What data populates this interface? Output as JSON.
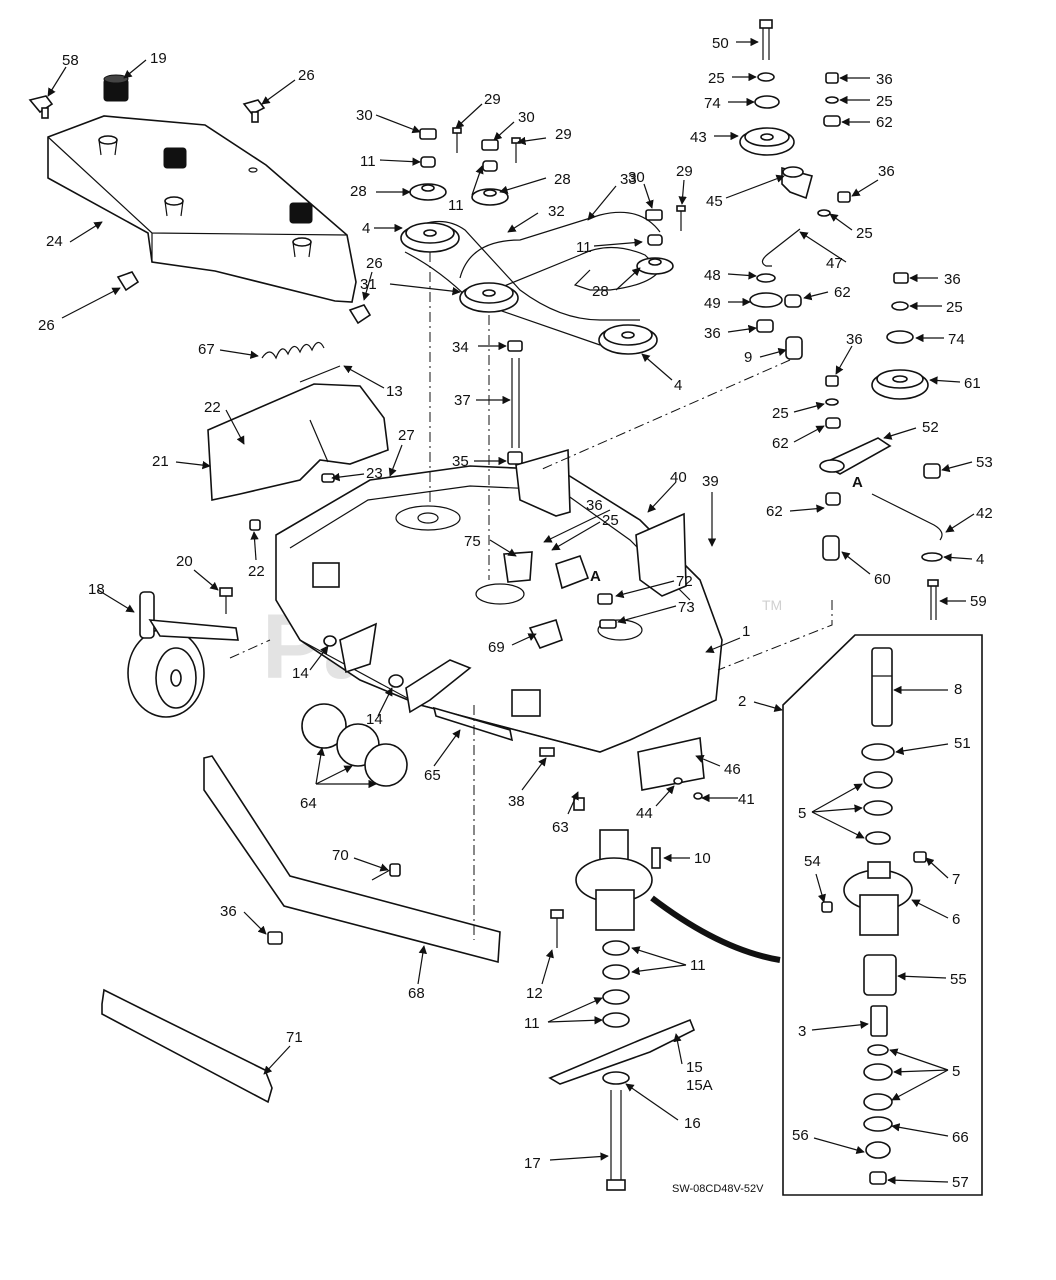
{
  "diagram": {
    "drawing_code": "SW-08CD48V-52V",
    "watermark": "PartsTree",
    "watermark_mark": "TM",
    "section_marker": "A",
    "callouts": {
      "c58": "58",
      "c19": "19",
      "c26a": "26",
      "c24": "24",
      "c26b": "26",
      "c26c": "26",
      "c30a": "30",
      "c29a": "29",
      "c30b": "30",
      "c29b": "29",
      "c11a": "11",
      "c11b": "11",
      "c28a": "28",
      "c28b": "28",
      "c4a": "4",
      "c32": "32",
      "c33": "33",
      "c30c": "30",
      "c29c": "29",
      "c11c": "11",
      "c28c": "28",
      "c31": "31",
      "c4b": "4",
      "c34": "34",
      "c37": "37",
      "c35": "35",
      "c67": "67",
      "c13": "13",
      "c22a": "22",
      "c27": "27",
      "c21": "21",
      "c23": "23",
      "c22b": "22",
      "c20": "20",
      "c18": "18",
      "c14a": "14",
      "c14b": "14",
      "c40": "40",
      "c39": "39",
      "c36a": "36",
      "c25a": "25",
      "c75": "75",
      "c72": "72",
      "c73": "73",
      "c69": "69",
      "c1": "1",
      "c64": "64",
      "c65": "65",
      "c38": "38",
      "c63": "63",
      "c44": "44",
      "c41": "41",
      "c46": "46",
      "c70": "70",
      "c36b": "36",
      "c68": "68",
      "c71": "71",
      "c12": "12",
      "c11d": "11",
      "c11e": "11",
      "c15": "15",
      "c15a": "15A",
      "c16": "16",
      "c17": "17",
      "c10": "10",
      "c50": "50",
      "c25b": "25",
      "c74a": "74",
      "c43": "43",
      "c45": "45",
      "c47": "47",
      "c36c": "36",
      "c25c": "25",
      "c62a": "62",
      "c36d": "36",
      "c25d": "25",
      "c48": "48",
      "c49": "49",
      "c36e": "36",
      "c62b": "62",
      "c9": "9",
      "c36f": "36",
      "c25e": "25",
      "c74b": "74",
      "c61": "61",
      "c36g": "36",
      "c25f": "25",
      "c62c": "62",
      "c52": "52",
      "c53": "53",
      "c62d": "62",
      "c42": "42",
      "c60": "60",
      "c4c": "4",
      "c59": "59",
      "c2": "2",
      "c8": "8",
      "c51": "51",
      "c5a": "5",
      "c54": "54",
      "c7": "7",
      "c6": "6",
      "c55": "55",
      "c3": "3",
      "c5b": "5",
      "c56": "56",
      "c66": "66",
      "c57": "57"
    }
  }
}
